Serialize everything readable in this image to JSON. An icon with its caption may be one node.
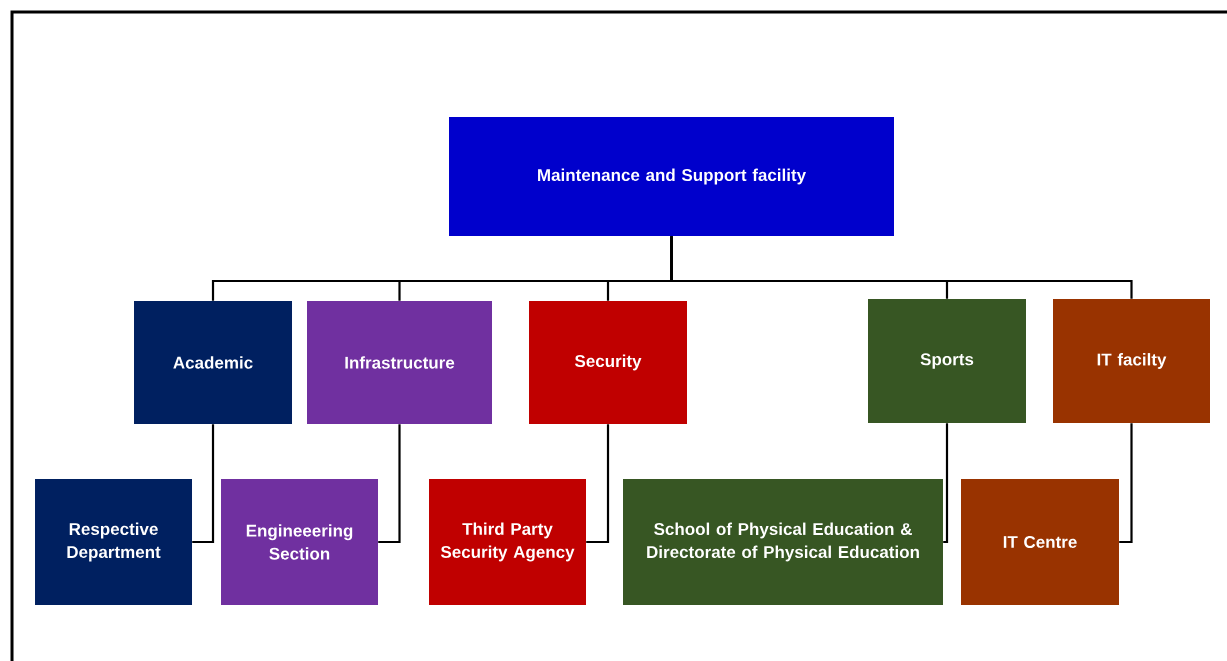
{
  "diagram": {
    "nodes": [
      {
        "text": [
          "Maintenance and Support facility"
        ]
      },
      {
        "text": [
          "Academic"
        ]
      },
      {
        "text": [
          "Infrastructure"
        ]
      },
      {
        "text": [
          "Security"
        ]
      },
      {
        "text": [
          "Sports"
        ]
      },
      {
        "text": [
          "IT facilty"
        ]
      },
      {
        "text": [
          "Respective Department"
        ]
      },
      {
        "text": [
          "Engineeering Section"
        ]
      },
      {
        "text": [
          "Third Party Security Agency"
        ]
      },
      {
        "text": [
          "School of Physical Education & Directorate of Physical Education"
        ]
      },
      {
        "text": [
          "IT Centre"
        ]
      }
    ],
    "edges": [
      {
        "from": 0,
        "to": 1,
        "arrow": "none"
      },
      {
        "from": 0,
        "to": 2,
        "arrow": "none"
      },
      {
        "from": 0,
        "to": 3,
        "arrow": "none"
      },
      {
        "from": 0,
        "to": 4,
        "arrow": "none"
      },
      {
        "from": 0,
        "to": 5,
        "arrow": "none"
      },
      {
        "from": 1,
        "to": 6,
        "arrow": "none"
      },
      {
        "from": 2,
        "to": 7,
        "arrow": "none"
      },
      {
        "from": 3,
        "to": 8,
        "arrow": "none"
      },
      {
        "from": 4,
        "to": 9,
        "arrow": "none"
      },
      {
        "from": 5,
        "to": 10,
        "arrow": "none"
      }
    ]
  }
}
